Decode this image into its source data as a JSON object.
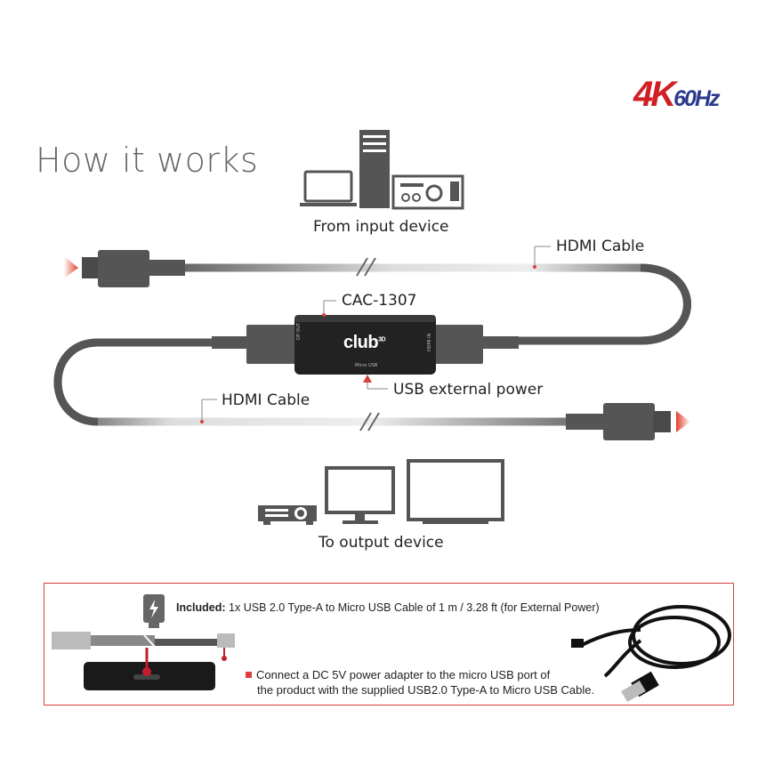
{
  "title": "How it works",
  "badge": {
    "resolution": "4K",
    "refresh": "60Hz"
  },
  "labels": {
    "input_device": "From input device",
    "output_device": "To output device",
    "hdmi_cable_top": "HDMI Cable",
    "hdmi_cable_bottom": "HDMI Cable",
    "product": "CAC-1307",
    "usb_power": "USB  external power"
  },
  "device": {
    "brand": "club",
    "brand_sup": "3D",
    "port_left": "DP OUT",
    "port_right": "HDMI IN",
    "port_bottom": "Micro USB"
  },
  "included": {
    "label": "Included:",
    "text": " 1x USB 2.0 Type-A to Micro USB Cable of 1 m / 3.28 ft (for External Power)"
  },
  "note": {
    "line1": "Connect a DC 5V power adapter to the micro USB port of",
    "line2": "the product with the supplied USB2.0 Type-A to Micro USB Cable."
  },
  "colors": {
    "accent": "#d8403e",
    "cable": "#555555",
    "badge_red": "#d11f26",
    "badge_blue": "#2c3a8c"
  }
}
